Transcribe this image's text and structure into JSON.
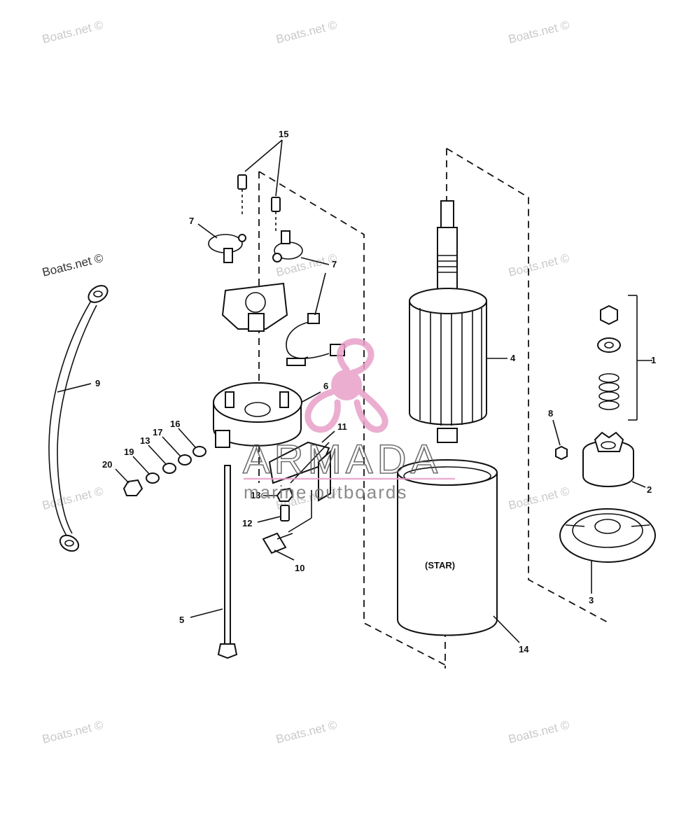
{
  "watermarks": [
    "Boats.net ©",
    "Boats.net ©",
    "Boats.net ©",
    "Boats.net ©",
    "Boats.net ©",
    "Boats.net ©",
    "Boats.net ©",
    "Boats.net ©",
    "Boats.net ©",
    "Boats.net ©",
    "Boats.net ©",
    "Boats.net ©"
  ],
  "logo": {
    "brand": "ARMADA",
    "tagline": "marine outboards"
  },
  "housing_text": "(STAR)",
  "callouts": {
    "c1": "1",
    "c2": "2",
    "c3": "3",
    "c4": "4",
    "c5": "5",
    "c6": "6",
    "c7a": "7",
    "c7b": "7",
    "c8": "8",
    "c9": "9",
    "c10": "10",
    "c11": "11",
    "c12": "12",
    "c13a": "13",
    "c13b": "13",
    "c14": "14",
    "c15": "15",
    "c16": "16",
    "c17": "17",
    "c19": "19",
    "c20": "20"
  },
  "colors": {
    "line": "#111111",
    "watermark": "#c9c9c9",
    "logo_pink": "#e8a0c8",
    "logo_gray": "#555555"
  }
}
